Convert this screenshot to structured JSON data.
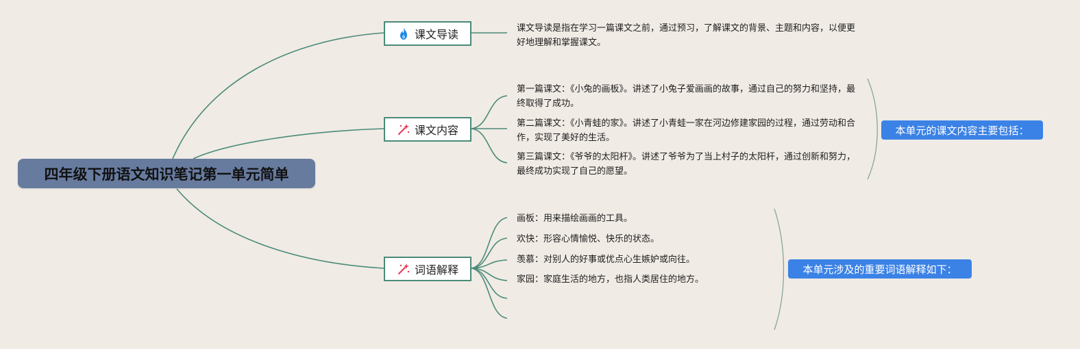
{
  "root": {
    "title": "四年级下册语文知识笔记第一单元简单"
  },
  "branches": [
    {
      "label": "课文导读",
      "icon": "flame-icon",
      "leaves": [
        "课文导读是指在学习一篇课文之前，通过预习，了解课文的背景、主题和内容，以便更好地理解和掌握课文。"
      ]
    },
    {
      "label": "课文内容",
      "icon": "magic-wand-icon",
      "leaves": [
        "第一篇课文：《小兔的画板》。讲述了小兔子爱画画的故事，通过自己的努力和坚持，最终取得了成功。",
        "第二篇课文：《小青蛙的家》。讲述了小青蛙一家在河边修建家园的过程，通过劳动和合作，实现了美好的生活。",
        "第三篇课文：《爷爷的太阳杆》。讲述了爷爷为了当上村子的太阳杆，通过创新和努力，最终成功实现了自己的愿望。"
      ],
      "summary": "本单元的课文内容主要包括："
    },
    {
      "label": "词语解释",
      "icon": "magic-wand-icon",
      "leaves": [
        "画板：用来描绘画画的工具。",
        "欢快：形容心情愉悦、快乐的状态。",
        "羡慕：对别人的好事或优点心生嫉妒或向往。",
        "家园：家庭生活的地方，也指人类居住的地方。"
      ],
      "summary": "本单元涉及的重要词语解释如下："
    }
  ],
  "colors": {
    "background": "#f0ebe5",
    "root": "#677b9f",
    "line": "#4a8a78",
    "summary": "#3b82e6",
    "flame": "#1e88e5",
    "wand": "#e53957"
  }
}
